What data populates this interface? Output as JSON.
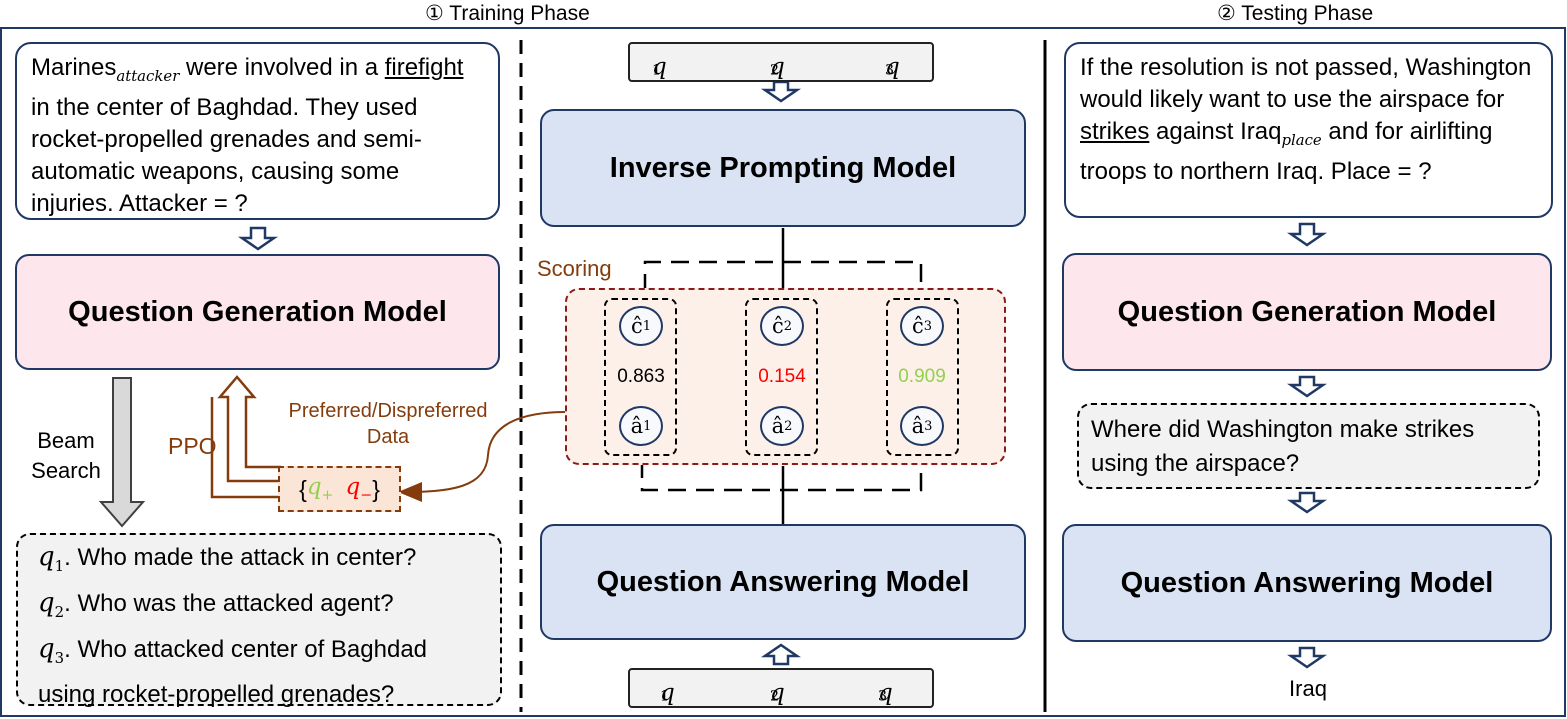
{
  "phases": {
    "training": "① Training Phase",
    "testing": "② Testing Phase"
  },
  "training": {
    "passage": {
      "p1": "Marines",
      "attacker_sub": "attacker",
      "p2": " were involved in a ",
      "trigger": "firefight",
      "p3": " in the center of Baghdad. They used rocket-propelled grenades and semi-automatic weapons, causing some injuries.   Attacker = ?"
    },
    "qg_model": "Question Generation Model",
    "beam_search_line1": "Beam",
    "beam_search_line2": "Search",
    "ppo": "PPO",
    "pref_line1": "Preferred/Dispreferred",
    "pref_line2": "Data",
    "pref_pair": {
      "open": "{",
      "q_plus": "q",
      "plus_sub": "+",
      "q_minus": "q",
      "minus_sub": "−",
      "close": "}"
    },
    "questions": [
      {
        "var": "q",
        "sub": "1",
        "text": ". Who made the attack in center?"
      },
      {
        "var": "q",
        "sub": "2",
        "text": ". Who was the attacked agent?"
      },
      {
        "var": "q",
        "sub": "3",
        "text": ". Who attacked center of Baghdad using rocket-propelled grenades?"
      }
    ]
  },
  "center": {
    "top_q": [
      {
        "var": "q",
        "sub": "1"
      },
      {
        "var": "q",
        "sub": "2"
      },
      {
        "var": "q",
        "sub": "3"
      }
    ],
    "inverse_model": "Inverse Prompting Model",
    "scoring": "Scoring",
    "columns": [
      {
        "c": "ĉ",
        "c_sub": "1",
        "score": "0.863",
        "a": "â",
        "a_sub": "1"
      },
      {
        "c": "ĉ",
        "c_sub": "2",
        "score": "0.154",
        "a": "â",
        "a_sub": "2"
      },
      {
        "c": "ĉ",
        "c_sub": "3",
        "score": "0.909",
        "a": "â",
        "a_sub": "3"
      }
    ],
    "qa_model": "Question Answering Model",
    "bottom_q": [
      {
        "var": "q",
        "sub": "1"
      },
      {
        "var": "q",
        "sub": "2"
      },
      {
        "var": "q",
        "sub": "3"
      }
    ]
  },
  "testing": {
    "passage": {
      "p1": "If the resolution is not passed, Washington would likely want to use the airspace for ",
      "trigger": "strikes",
      "p2": " against Iraq",
      "place_sub": "place",
      "p3": " and for airlifting troops to northern Iraq.   Place = ?"
    },
    "qg_model": "Question Generation Model",
    "generated_question": "Where did Washington make strikes using the airspace?",
    "qa_model": "Question Answering Model",
    "answer": "Iraq"
  },
  "colors": {
    "navy": "#1f3864",
    "brown": "#843c0c",
    "dark_red": "#8b1a1a",
    "score_red": "#ff0000",
    "score_green": "#92d050",
    "q_plus_green": "#92d050",
    "q_minus_red": "#ff0000"
  }
}
